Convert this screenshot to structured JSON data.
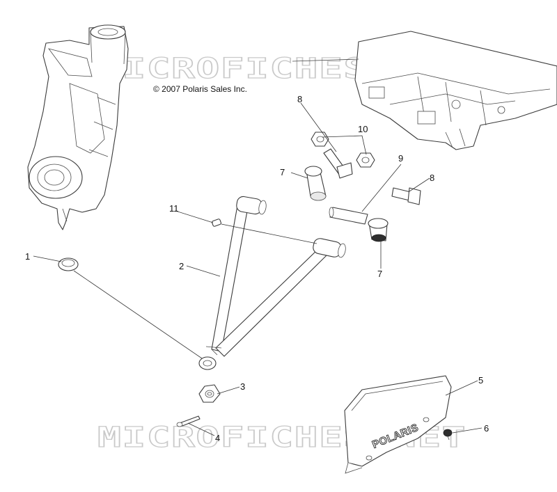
{
  "copyright": "© 2007 Polaris Sales Inc.",
  "watermark": "MICROFICHES.NET",
  "logo_text": "POLARIS",
  "callouts": {
    "c1": "1",
    "c2": "2",
    "c3": "3",
    "c4": "4",
    "c5": "5",
    "c6": "6",
    "c7a": "7",
    "c7b": "7",
    "c8a": "8",
    "c8b": "8",
    "c9": "9",
    "c10": "10",
    "c11": "11"
  }
}
